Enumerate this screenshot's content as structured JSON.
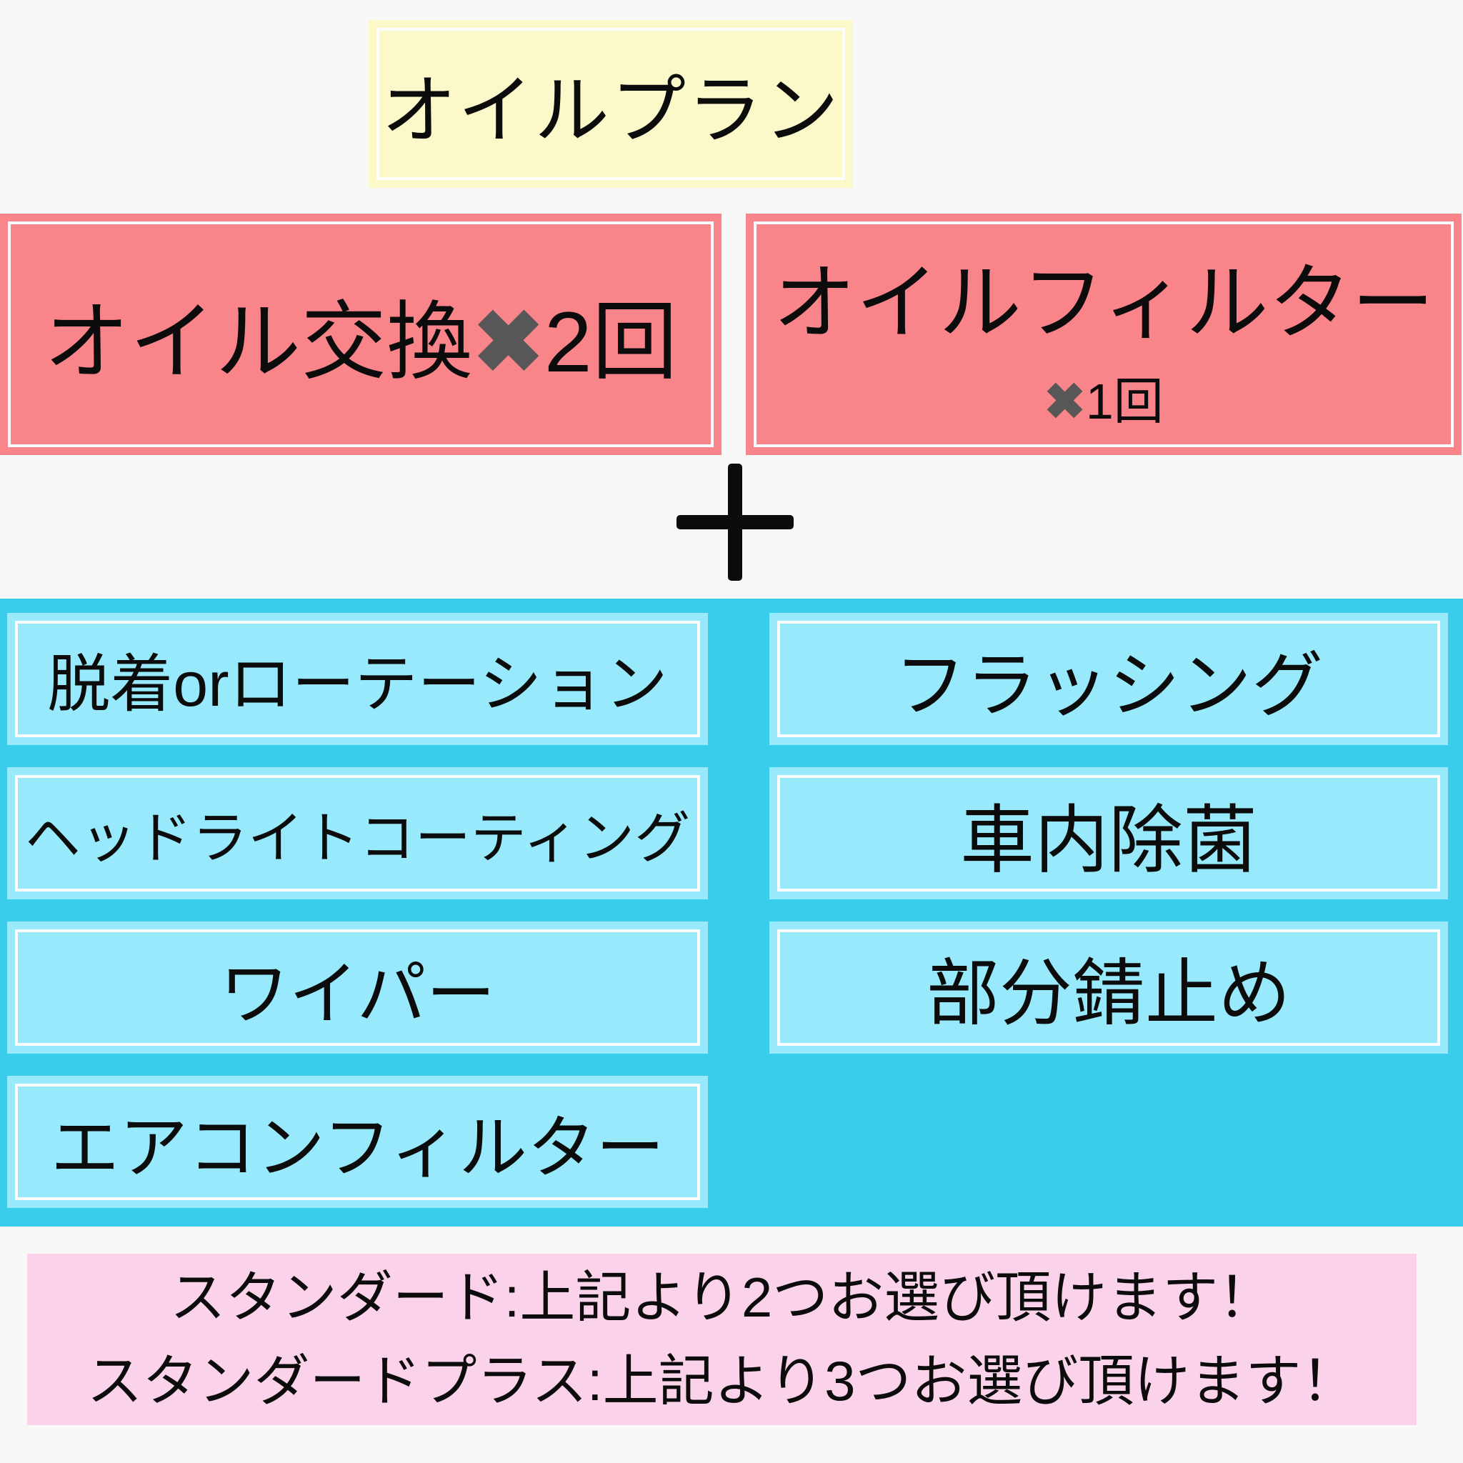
{
  "colors": {
    "background": "#f8f8f8",
    "title_yellow": "#fbf9ca",
    "included_salmon": "#f9848a",
    "section_cyan": "#38cdea",
    "option_cyan_light": "#97e9fb",
    "footer_pink": "#fad2e9",
    "cross_gray": "#575757",
    "text_black": "#0c0c0c"
  },
  "title": {
    "label": "オイルプラン"
  },
  "included": [
    {
      "name": "オイル交換",
      "cross": "✖",
      "count": "2回"
    },
    {
      "name": "オイルフィルター",
      "cross": "✖",
      "count": "1回"
    }
  ],
  "plus_icon": "+",
  "options": {
    "left": [
      "脱着orローテーション",
      "ヘッドライトコーティング",
      "ワイパー",
      "エアコンフィルター"
    ],
    "right": [
      "フラッシング",
      "車内除菌",
      "部分錆止め"
    ]
  },
  "footer": {
    "lines": [
      "スタンダード:上記より2つお選び頂けます！",
      "スタンダードプラス:上記より3つお選び頂けます！"
    ]
  }
}
